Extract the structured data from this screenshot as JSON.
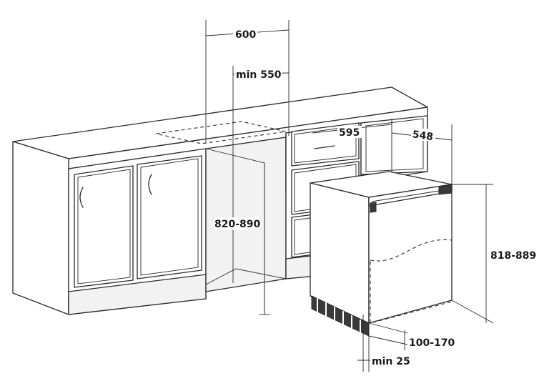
{
  "dimensions": {
    "width_total": "600",
    "width_min": "min 550",
    "appliance_width": "595",
    "appliance_depth": "548",
    "niche_height": "820-890",
    "appliance_height": "818-889",
    "plinth_height": "100-170",
    "min_gap": "min 25"
  },
  "colors": {
    "line": "#2a2a2a",
    "background": "#ffffff"
  }
}
